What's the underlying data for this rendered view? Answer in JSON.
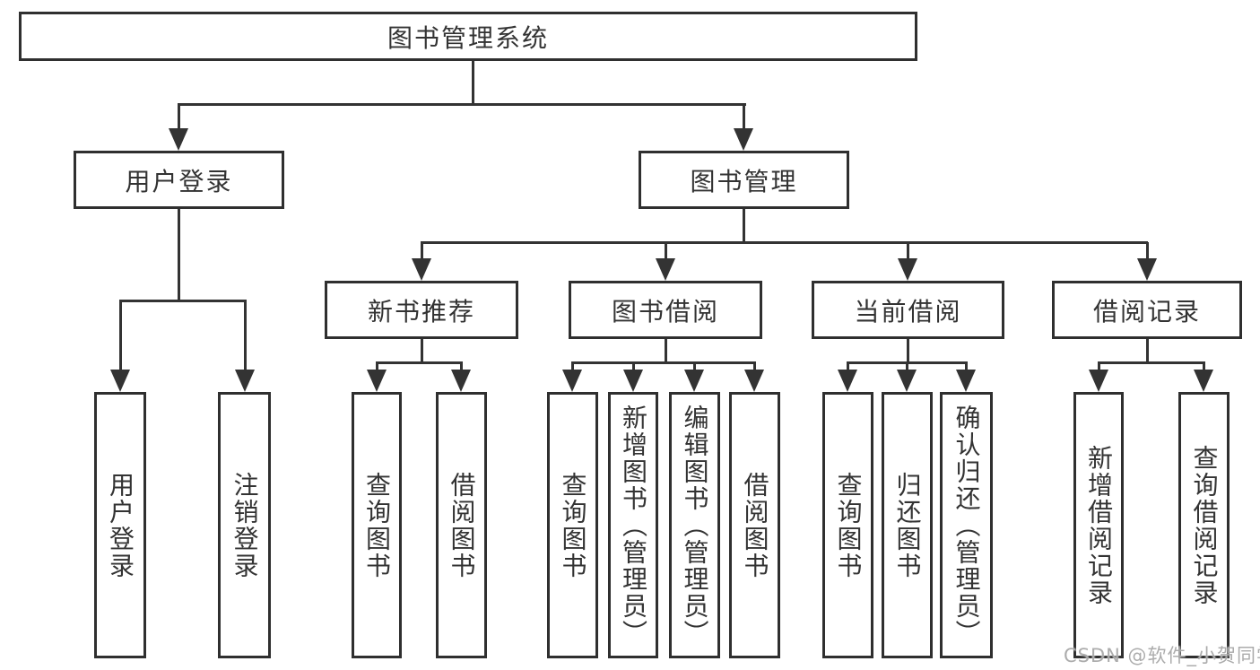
{
  "diagram": {
    "root": {
      "label": "图书管理系统"
    },
    "branches": [
      {
        "label": "用户登录",
        "children": [
          {
            "label": "用户登录"
          },
          {
            "label": "注销登录"
          }
        ]
      },
      {
        "label": "图书管理",
        "children": [
          {
            "label": "新书推荐",
            "children": [
              {
                "label": "查询图书"
              },
              {
                "label": "借阅图书"
              }
            ]
          },
          {
            "label": "图书借阅",
            "children": [
              {
                "label": "查询图书"
              },
              {
                "label": "新增图书（管理员）"
              },
              {
                "label": "编辑图书（管理员）"
              },
              {
                "label": "借阅图书"
              }
            ]
          },
          {
            "label": "当前借阅",
            "children": [
              {
                "label": "查询图书"
              },
              {
                "label": "归还图书"
              },
              {
                "label": "确认归还（管理员）"
              }
            ]
          },
          {
            "label": "借阅记录",
            "children": [
              {
                "label": "新增借阅记录"
              },
              {
                "label": "查询借阅记录"
              }
            ]
          }
        ]
      }
    ]
  },
  "watermark": {
    "text": "CSDN @软件_小贺同学"
  },
  "colors": {
    "line": "#333333",
    "text": "#333333",
    "box_background": "#ffffff",
    "page_background": "#ffffff",
    "watermark": "#a8a8a8"
  }
}
